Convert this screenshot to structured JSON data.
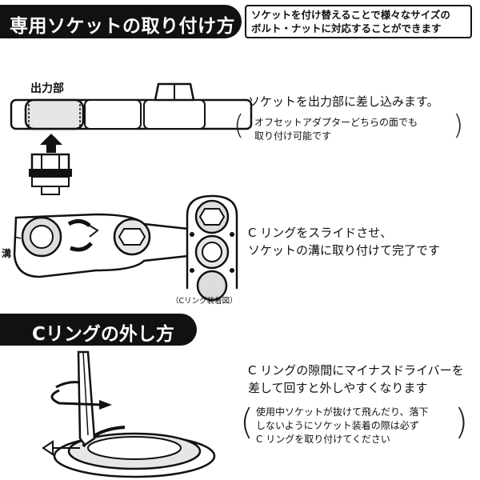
{
  "header": {
    "title": "専用ソケットの取り付け方",
    "desc_line1": "ソケットを付け替えることで様々なサイズの",
    "desc_line2": "ボルト・ナットに対応することができます"
  },
  "labels": {
    "output": "出力部",
    "groove": "溝",
    "caption": "（Cリング装着図）"
  },
  "step1": {
    "text": "ソケットを出力部に差し込みます。",
    "note_line1": "オフセットアダプターどちらの面でも",
    "note_line2": "取り付け可能です"
  },
  "step2": {
    "line1": "C リングをスライドさせ、",
    "line2": "ソケットの溝に取り付けて完了です"
  },
  "removal": {
    "title": "Cリングの外し方",
    "line1": "C リングの隙間にマイナスドライバーを",
    "line2": "差して回すと外しやすくなります",
    "note_line1": "使用中ソケットが抜けて飛んだり、落下",
    "note_line2": "しないようにソケット装着の際は必ず",
    "note_line3": "C リングを取り付けてください"
  },
  "colors": {
    "ink": "#111111",
    "bar": "#111111",
    "paper": "#ffffff",
    "fill": "#e6e6e6"
  }
}
